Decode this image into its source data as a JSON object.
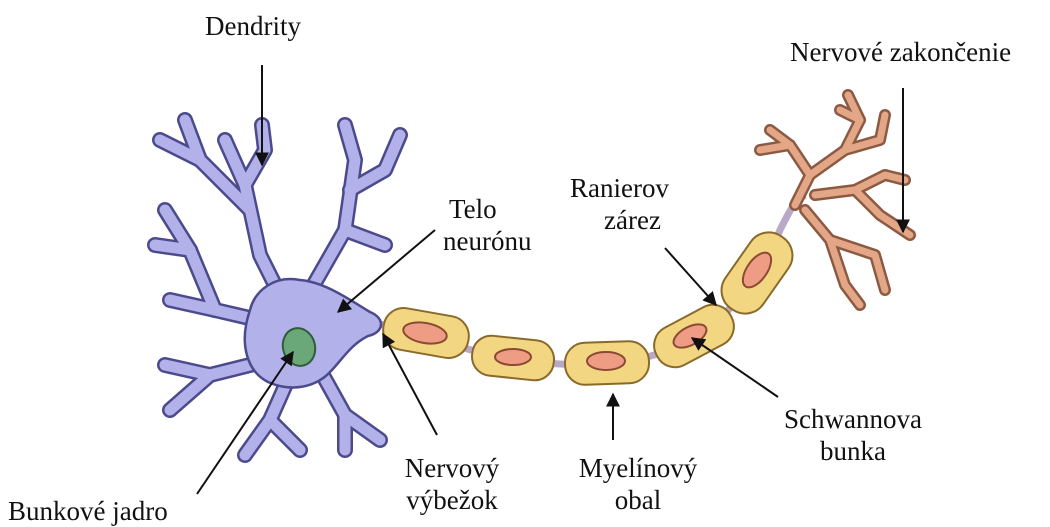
{
  "diagram": {
    "labels": {
      "dendrity": "Dendrity",
      "nervove_zakoncenie": "Nervové zakončenie",
      "telo_line1": "Telo",
      "telo_line2": "neurónu",
      "ranierov_line1": "Ranierov",
      "ranierov_line2": "zárez",
      "schwannova_line1": "Schwannova",
      "schwannova_line2": "bunka",
      "myelinovy_line1": "Myelínový",
      "myelinovy_line2": "obal",
      "nervovy_line1": "Nervový",
      "nervovy_line2": "výbežok",
      "bunkove_jadro": "Bunkové jadro"
    },
    "colors": {
      "cell_body": "#b3b1ea",
      "cell_outline": "#4b4a8c",
      "nucleus": "#6aa87a",
      "myelin": "#f3d682",
      "myelin_outline": "#8a6a2a",
      "schwann_nucleus": "#ef9c84",
      "terminal": "#e3a787",
      "terminal_outline": "#8c5a42",
      "axon": "#b9a8c8",
      "arrow": "#111111"
    }
  }
}
